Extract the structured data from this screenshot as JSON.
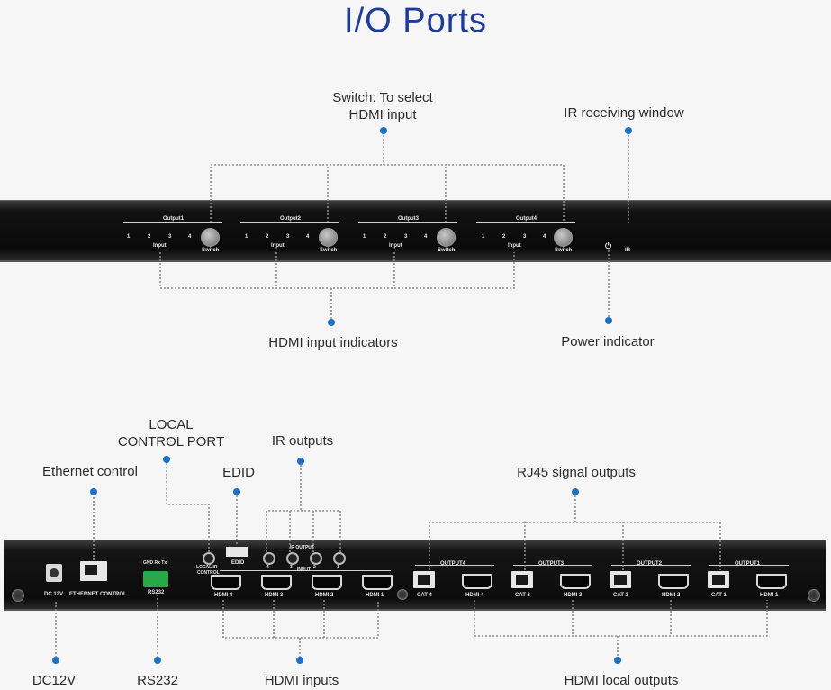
{
  "title": "I/O Ports",
  "front_labels": {
    "switch_line1": "Switch: To select",
    "switch_line2": "HDMI input",
    "ir_window": "IR receiving window",
    "hdmi_indicators": "HDMI input indicators",
    "power_indicator": "Power indicator"
  },
  "front_panel": {
    "output1": "Output1",
    "output2": "Output2",
    "output3": "Output3",
    "output4": "Output4",
    "n1": "1",
    "n2": "2",
    "n3": "3",
    "n4": "4",
    "input": "Input",
    "switch": "Switch",
    "ir": "IR",
    "power_symbol": "⏻"
  },
  "rear_labels": {
    "local_line1": "LOCAL",
    "local_line2": "CONTROL PORT",
    "ir_outputs": "IR outputs",
    "ethernet_control": "Ethernet control",
    "edid": "EDID",
    "rj45_outputs": "RJ45 signal outputs",
    "dc12v": "DC12V",
    "rs232": "RS232",
    "hdmi_inputs": "HDMI inputs",
    "hdmi_local_outputs": "HDMI local outputs"
  },
  "rear_panel": {
    "dc12v": "DC 12V",
    "ethernet_control": "ETHERNET CONTROL",
    "gnd_rx_tx": "GND Rx Tx",
    "rs232": "RS232",
    "local_ir": "LOCAL IR",
    "control": "CONTROL",
    "edid": "EDID",
    "ir_output": "IR OUTPUT",
    "input": "INPUT",
    "hdmi4": "HDMI 4",
    "hdmi3": "HDMI 3",
    "hdmi2": "HDMI 2",
    "hdmi1": "HDMI 1",
    "ir4": "4",
    "ir3": "3",
    "ir2": "2",
    "ir1": "1",
    "output4": "OUTPUT4",
    "output3": "OUTPUT3",
    "output2": "OUTPUT2",
    "output1": "OUTPUT1",
    "cat4": "CAT 4",
    "cat3": "CAT 3",
    "cat2": "CAT 2",
    "cat1": "CAT 1"
  },
  "colors": {
    "title": "#1f3c9a",
    "dot": "#1f6fc4",
    "line": "#888888"
  }
}
